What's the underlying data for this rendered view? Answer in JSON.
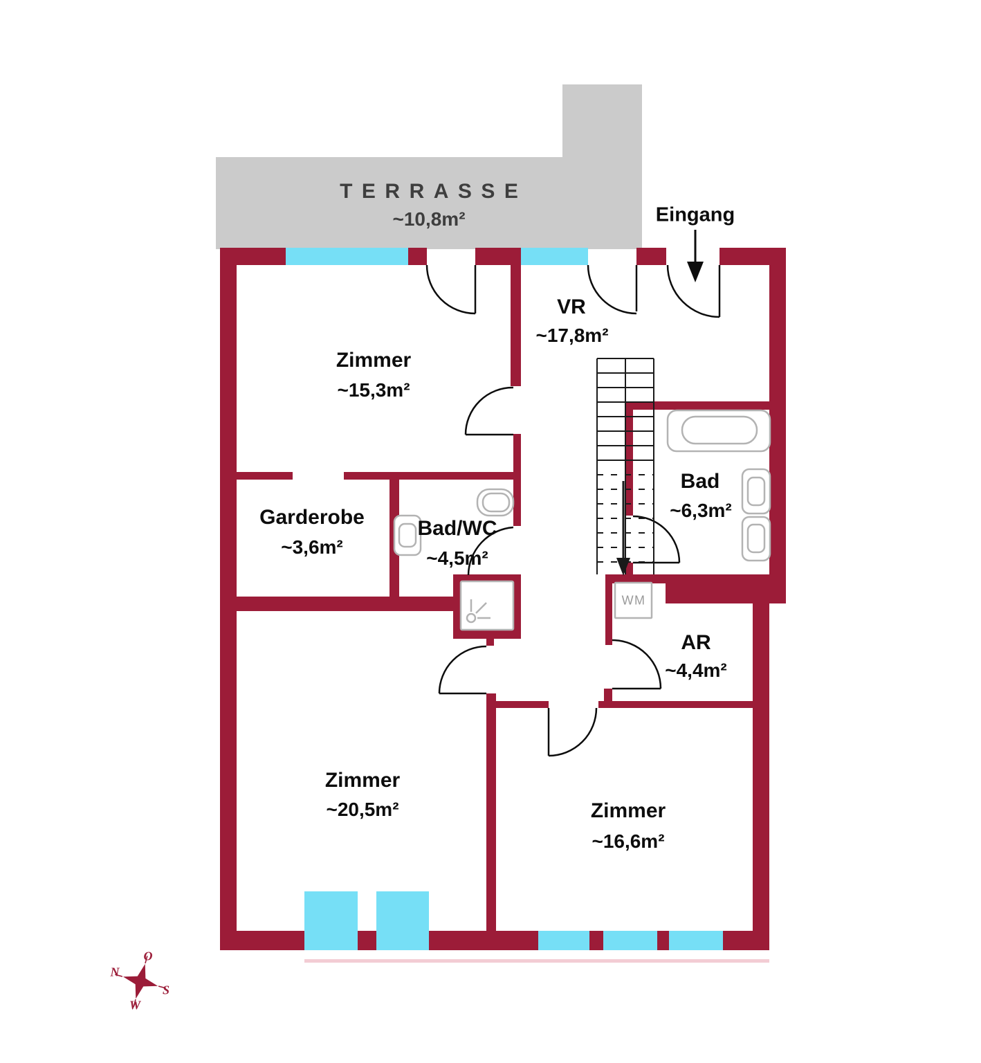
{
  "terrace": {
    "label": "TERRASSE",
    "area": "~10,8m²"
  },
  "entrance": {
    "label": "Eingang"
  },
  "rooms": {
    "zimmer_top": {
      "name": "Zimmer",
      "area": "~15,3m²"
    },
    "vr": {
      "name": "VR",
      "area": "~17,8m²"
    },
    "bad": {
      "name": "Bad",
      "area": "~6,3m²"
    },
    "garderobe": {
      "name": "Garderobe",
      "area": "~3,6m²"
    },
    "bad_wc": {
      "name": "Bad/WC",
      "area": "~4,5m²"
    },
    "ar": {
      "name": "AR",
      "area": "~4,4m²"
    },
    "zimmer_left": {
      "name": "Zimmer",
      "area": "~20,5m²"
    },
    "zimmer_right": {
      "name": "Zimmer",
      "area": "~16,6m²"
    }
  },
  "appliances": {
    "washing_machine": "WM"
  },
  "compass": {
    "north": "N",
    "east": "O",
    "south": "S",
    "west": "W"
  },
  "colors": {
    "wall": "#9c1c38",
    "window": "#76dff6",
    "terrace": "#cbcbcb",
    "compass": "#9b1c38"
  }
}
